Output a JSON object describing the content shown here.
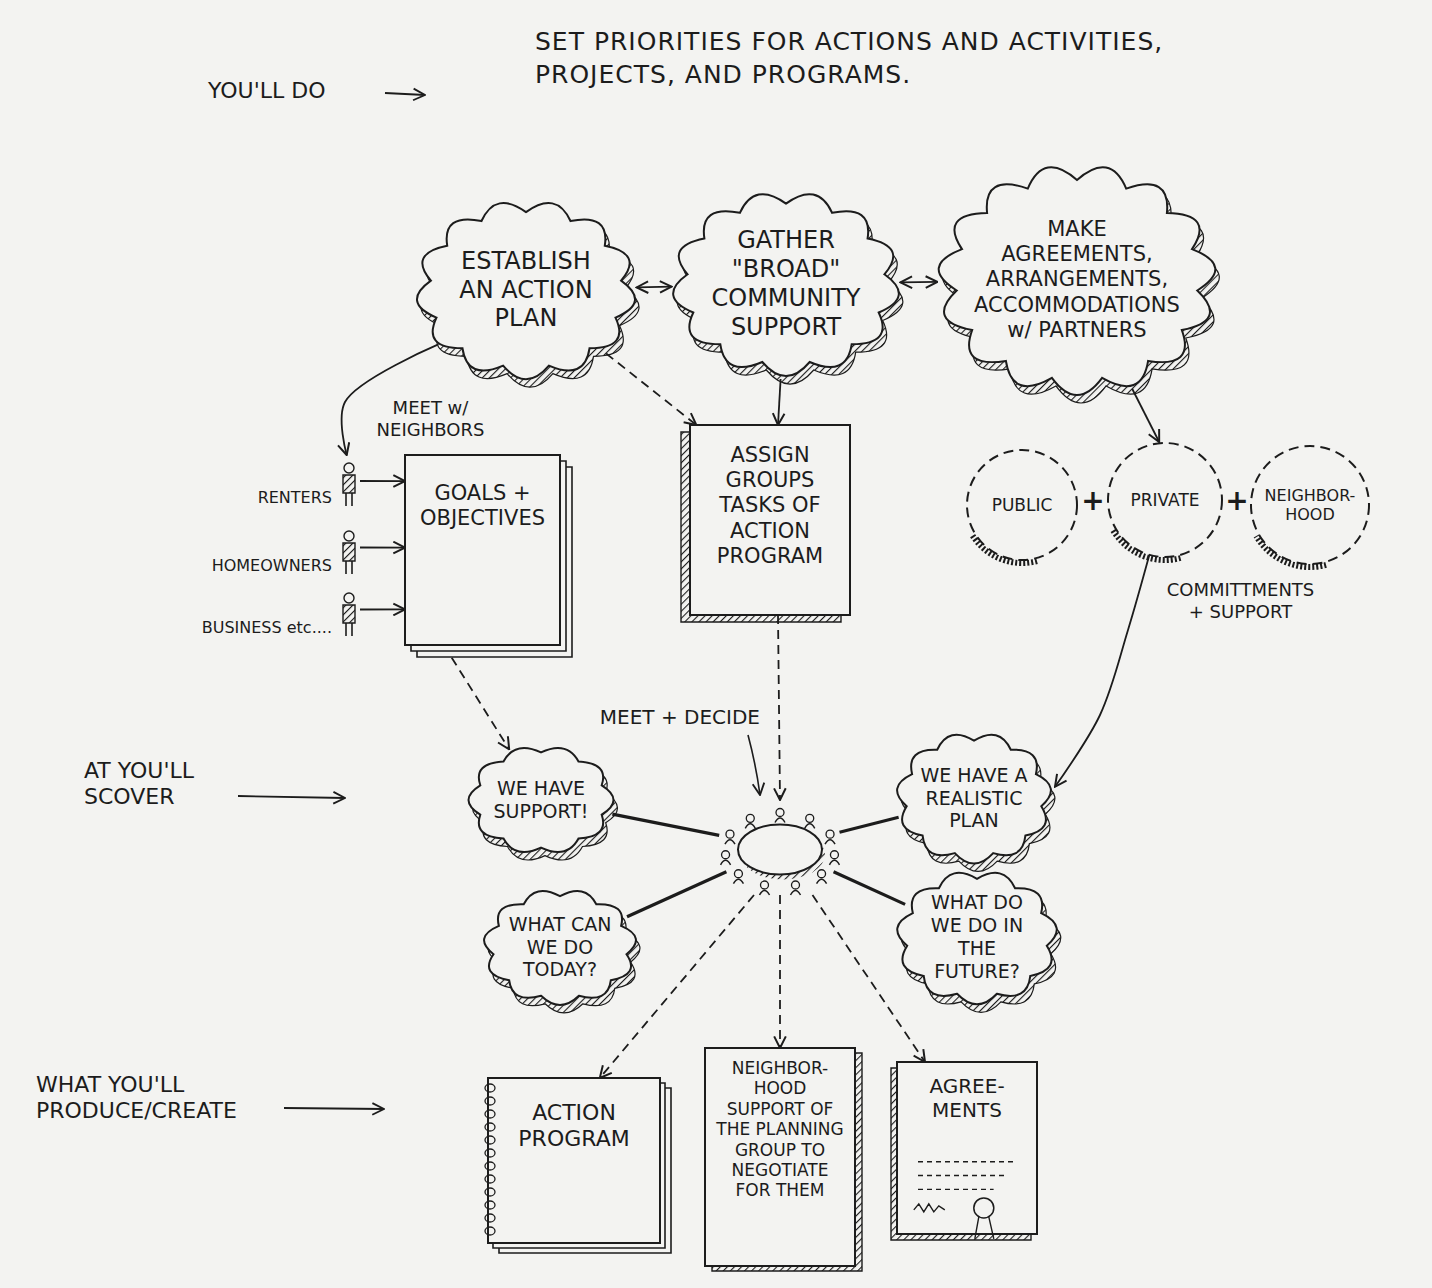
{
  "diagram": {
    "title": "SET PRIORITIES FOR ACTIONS AND ACTIVITIES, PROJECTS, AND PROGRAMS.",
    "nodes": [
      {
        "text": [
          "ESTABLISH AN ACTION PLAN"
        ]
      },
      {
        "text": [
          "GATHER \"BROAD\" COMMUNITY SUPPORT"
        ]
      },
      {
        "text": [
          "MAKE AGREEMENTS, ARRANGEMENTS, ACCOMMODATIONS w/ PARTNERS"
        ]
      },
      {
        "text": [
          "RENTERS"
        ]
      },
      {
        "text": [
          "HOMEOWNERS"
        ]
      },
      {
        "text": [
          "BUSINESS etc...."
        ]
      },
      {
        "text": [
          "GOALS + OBJECTIVES"
        ]
      },
      {
        "text": [
          "ASSIGN GROUPS TASKS OF ACTION PROGRAM"
        ]
      },
      {
        "text": [
          "PUBLIC"
        ]
      },
      {
        "text": [
          "PRIVATE"
        ]
      },
      {
        "text": [
          "NEIGHBOR- HOOD"
        ]
      },
      {
        "text": [
          "WE HAVE SUPPORT!"
        ]
      },
      {
        "text": [
          "MEET + DECIDE"
        ]
      },
      {
        "text": [
          "WE HAVE A REALISTIC PLAN"
        ]
      },
      {
        "text": [
          "WHAT CAN WE DO TODAY?"
        ]
      },
      {
        "text": [
          "WHAT DO WE DO IN THE FUTURE?"
        ]
      },
      {
        "text": [
          "ACTION PROGRAM"
        ]
      },
      {
        "text": [
          "NEIGHBOR- HOOD SUPPORT OF THE PLANNING GROUP TO NEGOTIATE FOR THEM"
        ]
      },
      {
        "text": [
          "AGREE- MENTS"
        ]
      }
    ],
    "edges": [
      {
        "from": 0,
        "to": 1,
        "arrow": "both"
      },
      {
        "from": 1,
        "to": 2,
        "arrow": "both"
      },
      {
        "from": 0,
        "to": 3,
        "label": "MEET w/ NEIGHBORS",
        "arrow": "to"
      },
      {
        "from": 3,
        "to": 6,
        "arrow": "to"
      },
      {
        "from": 4,
        "to": 6,
        "arrow": "to"
      },
      {
        "from": 5,
        "to": 6,
        "arrow": "to"
      },
      {
        "from": 0,
        "to": 7,
        "arrow": "to"
      },
      {
        "from": 1,
        "to": 7,
        "arrow": "to"
      },
      {
        "from": 2,
        "to": 9,
        "arrow": "to"
      },
      {
        "from": 9,
        "to": 13,
        "label": "COMMITTMENTS + SUPPORT",
        "arrow": "to"
      },
      {
        "from": 6,
        "to": 11,
        "arrow": "to"
      },
      {
        "from": 7,
        "to": 12,
        "arrow": "to"
      },
      {
        "from": 12,
        "to": 11,
        "arrow": "none"
      },
      {
        "from": 12,
        "to": 13,
        "arrow": "none"
      },
      {
        "from": 12,
        "to": 14,
        "arrow": "none"
      },
      {
        "from": 12,
        "to": 15,
        "arrow": "none"
      },
      {
        "from": 12,
        "to": 16,
        "arrow": "to"
      },
      {
        "from": 12,
        "to": 17,
        "arrow": "to"
      },
      {
        "from": 12,
        "to": 18,
        "arrow": "to"
      }
    ],
    "labels": [
      "YOU'LL DO",
      "+",
      "+",
      "AT YOU'LL SCOVER",
      "WHAT YOU'LL PRODUCE/CREATE"
    ]
  }
}
